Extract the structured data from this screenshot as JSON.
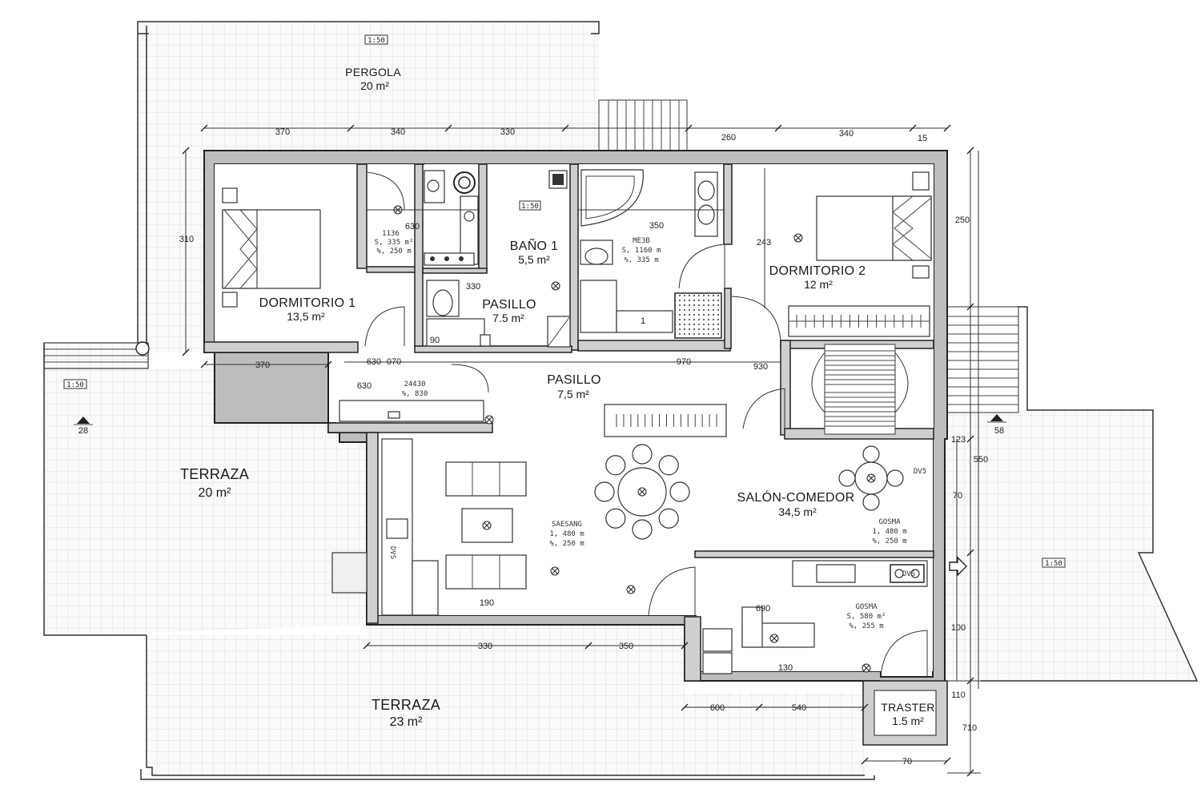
{
  "plan": {
    "scale_tags": [
      "1:50",
      "1:50",
      "1:50",
      "1:50"
    ],
    "level_tags": [
      "28",
      "58"
    ]
  },
  "rooms": {
    "pergola": {
      "name": "PERGOLA",
      "area": "20 m²"
    },
    "dormitorio1": {
      "name": "DORMITORIO 1",
      "area": "13,5 m²"
    },
    "bano1": {
      "name": "BAÑO 1",
      "area": "5,5 m²"
    },
    "pasillo_small": {
      "name": "PASILLO",
      "area": "7.5 m²"
    },
    "pasillo_main": {
      "name": "PASILLO",
      "area": "7,5 m²"
    },
    "dormitorio2": {
      "name": "DORMITORIO 2",
      "area": "12 m²"
    },
    "salon": {
      "name": "SALÓN-COMEDOR",
      "area": "34,5 m²"
    },
    "terraza_left": {
      "name": "TERRAZA",
      "area": "20 m²"
    },
    "terraza_bottom": {
      "name": "TERRAZA",
      "area": "23 m²"
    },
    "traster": {
      "name": "TRASTER",
      "area": "1.5 m²"
    }
  },
  "notes": {
    "bath_a": [
      "1136",
      "S, 335 m²",
      "%, 250 m"
    ],
    "bath_b": [
      "ME3B",
      "S, 1160 m",
      "%, 335 m"
    ],
    "hall_note": [
      "24430",
      "%, 830"
    ],
    "salon_note": [
      "SAESANG",
      "1, 480 m",
      "%, 250 m"
    ],
    "dining_note": [
      "GOSMA",
      "1, 480 m",
      "%, 250 m"
    ],
    "kitchen_note": [
      "GOSMA",
      "S, 580 m²",
      "%, 255 m"
    ],
    "kitchen_strip": "DVS",
    "fridge_tag": "DVS",
    "dining_tag": "DV5"
  },
  "dimensions": {
    "top": [
      "370",
      "340",
      "330",
      "260",
      "340",
      "15"
    ],
    "left_height": "310",
    "right_top": "250",
    "right_mid": "550",
    "right_lower": "100",
    "right_70": "70",
    "right_110": "110",
    "right_710": "710",
    "right_123": "123",
    "under_dorm1": "370",
    "bath_width": "630",
    "bath2_width": "350",
    "bath_330": "330",
    "hall_630": "630",
    "hall_070": "070",
    "hall_630b": "630",
    "hall_970": "970",
    "hall_930": "930",
    "dorm2_243": "243",
    "bath_90": "90",
    "wc_1": "1",
    "salon_190": "190",
    "kitchen_690": "690",
    "kitchen_130": "130",
    "bottom_330": "330",
    "bottom_350": "350",
    "bottom_600": "600",
    "bottom_540": "540",
    "bottom_70": "70"
  }
}
